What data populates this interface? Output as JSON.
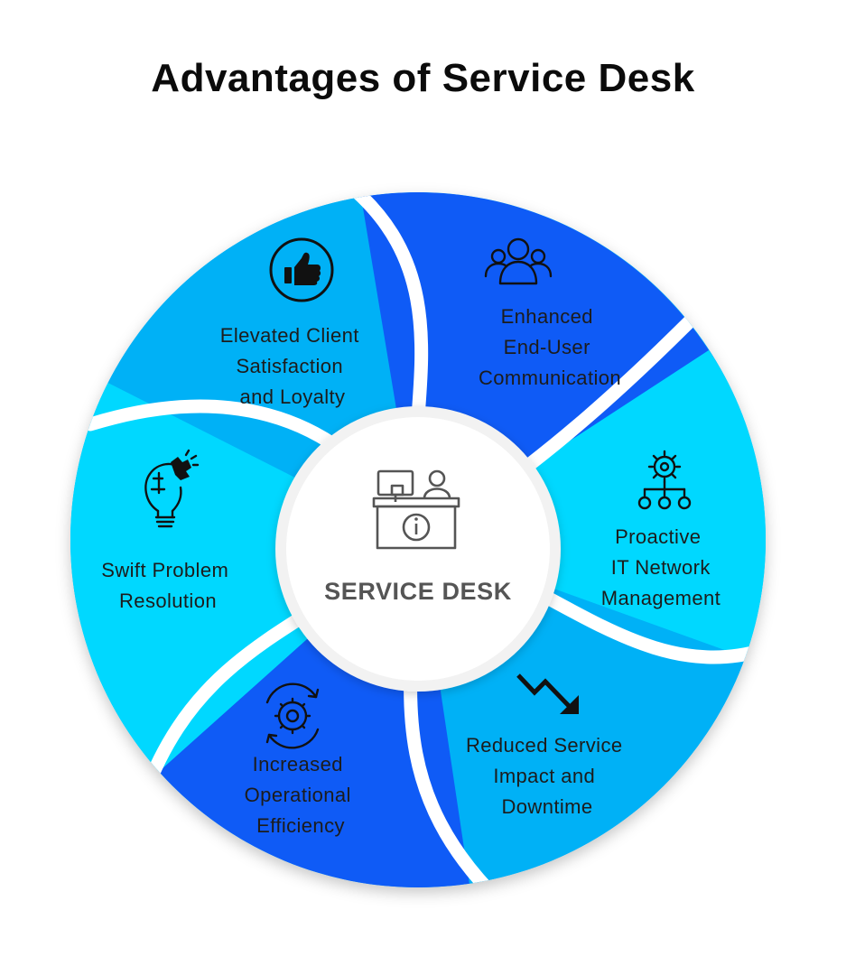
{
  "title": "Advantages of Service Desk",
  "center": {
    "label": "SERVICE DESK",
    "icon": "service-desk-icon"
  },
  "segments": [
    {
      "lines": [
        "Elevated Client",
        "Satisfaction",
        "and Loyalty"
      ],
      "icon": "thumbs-up-icon",
      "color": "#00b1f6"
    },
    {
      "lines": [
        "Enhanced",
        "End-User",
        "Communication"
      ],
      "icon": "users-icon",
      "color": "#0f5bf6"
    },
    {
      "lines": [
        "Proactive",
        "IT Network",
        "Management"
      ],
      "icon": "network-gear-icon",
      "color": "#00d8ff"
    },
    {
      "lines": [
        "Reduced Service",
        "Impact and",
        "Downtime"
      ],
      "icon": "down-trend-arrow-icon",
      "color": "#00b1f6"
    },
    {
      "lines": [
        "Increased",
        "Operational",
        "Efficiency"
      ],
      "icon": "cycle-gear-icon",
      "color": "#0f5bf6"
    },
    {
      "lines": [
        "Swift Problem",
        "Resolution"
      ],
      "icon": "lightbulb-puzzle-icon",
      "color": "#00d8ff"
    }
  ]
}
